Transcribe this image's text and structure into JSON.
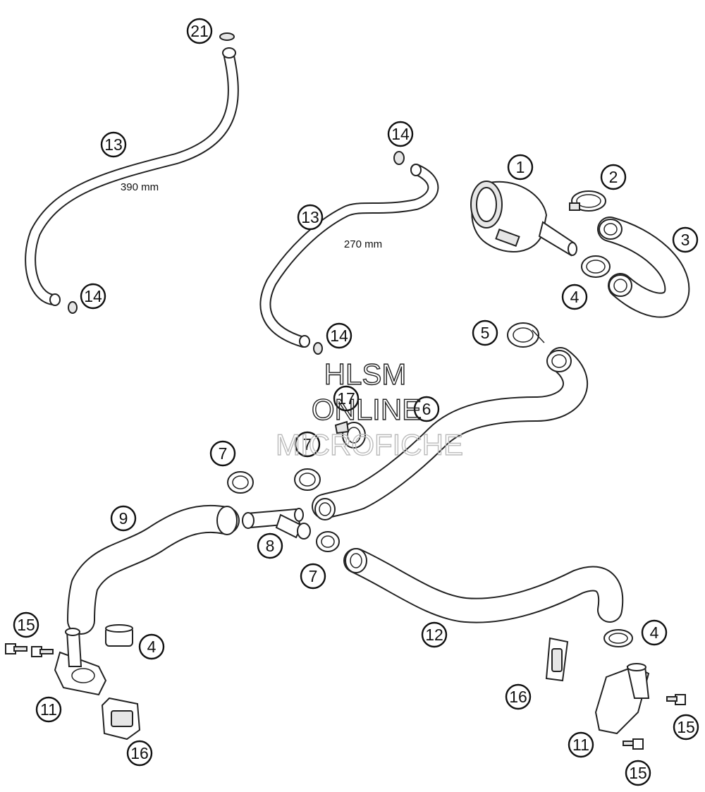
{
  "callouts": {
    "c21": "21",
    "c13a": "13",
    "c14a": "14",
    "c14b": "14",
    "c13b": "13",
    "c14c": "14",
    "c1": "1",
    "c2": "2",
    "c3": "3",
    "c4a": "4",
    "c5": "5",
    "c17": "17",
    "c6": "6",
    "c7a": "7",
    "c7b": "7",
    "c9": "9",
    "c8": "8",
    "c7c": "7",
    "c12": "12",
    "c15a": "15",
    "c4b": "4",
    "c11a": "11",
    "c16a": "16",
    "c4c": "4",
    "c16b": "16",
    "c15b": "15",
    "c11b": "11",
    "c15c": "15"
  },
  "labels": {
    "length_a": "390 mm",
    "length_b": "270 mm"
  },
  "watermark": {
    "line1": "HLSM",
    "line2": "ONLINE",
    "line3": "MICROFICHE"
  }
}
